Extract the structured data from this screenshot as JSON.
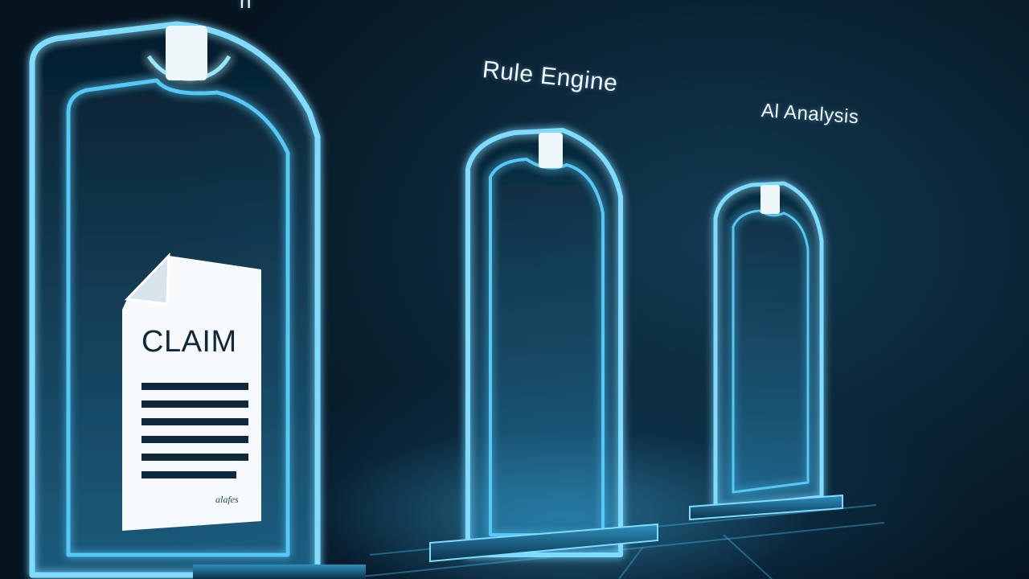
{
  "scene": {
    "label_top_fragment": "n",
    "stages": [
      {
        "label": "Rule Engine"
      },
      {
        "label": "Al Analysis"
      }
    ]
  },
  "claim_document": {
    "title": "CLAIM",
    "signature": "alafes"
  },
  "colors": {
    "background_dark": "#061420",
    "frame_glow": "#7fdcff",
    "frame_edge": "#3fb6ea",
    "document_paper": "#f7fafc",
    "document_text": "#10283b"
  }
}
